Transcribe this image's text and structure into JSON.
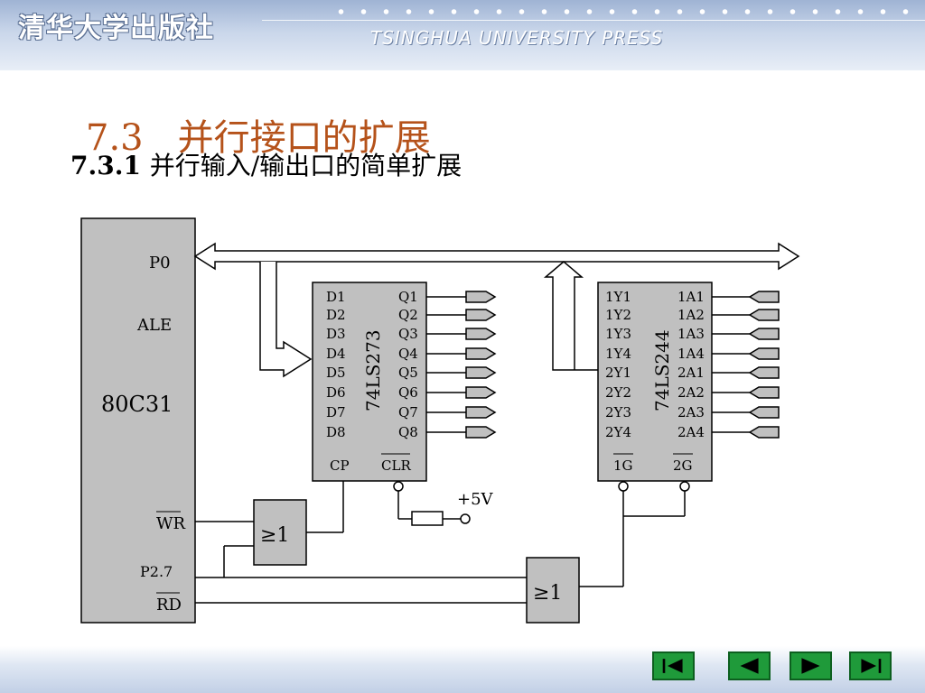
{
  "header": {
    "publisher_cn": "清华大学出版社",
    "publisher_en": "TSINGHUA UNIVERSITY PRESS"
  },
  "slide": {
    "section_number": "7.3",
    "section_title": "并行接口的扩展",
    "subsection_number": "7.3.1",
    "subsection_title": "并行输入/输出口的简单扩展"
  },
  "diagram": {
    "mcu": {
      "name": "80C31",
      "pins": {
        "p0": "P0",
        "ale": "ALE",
        "wr": "WR",
        "p27": "P2.7",
        "rd": "RD"
      }
    },
    "latch": {
      "name": "74LS273",
      "d_pins": [
        "D1",
        "D2",
        "D3",
        "D4",
        "D5",
        "D6",
        "D7",
        "D8"
      ],
      "q_pins": [
        "Q1",
        "Q2",
        "Q3",
        "Q4",
        "Q5",
        "Q6",
        "Q7",
        "Q8"
      ],
      "cp": "CP",
      "clr": "CLR"
    },
    "buffer": {
      "name": "74LS244",
      "y_pins": [
        "1Y1",
        "1Y2",
        "1Y3",
        "1Y4",
        "2Y1",
        "2Y2",
        "2Y3",
        "2Y4"
      ],
      "a_pins": [
        "1A1",
        "1A2",
        "1A3",
        "1A4",
        "2A1",
        "2A2",
        "2A3",
        "2A4"
      ],
      "g1": "1G",
      "g2": "2G"
    },
    "gate1_label": "≥1",
    "gate2_label": "≥1",
    "vcc_label": "+5V"
  },
  "nav": {
    "first": "first-slide",
    "prev": "previous-slide",
    "next": "next-slide",
    "last": "last-slide"
  },
  "colors": {
    "title_accent": "#b5521a",
    "chip_fill": "#c0c0c0",
    "nav_green": "#1f9a3a"
  }
}
